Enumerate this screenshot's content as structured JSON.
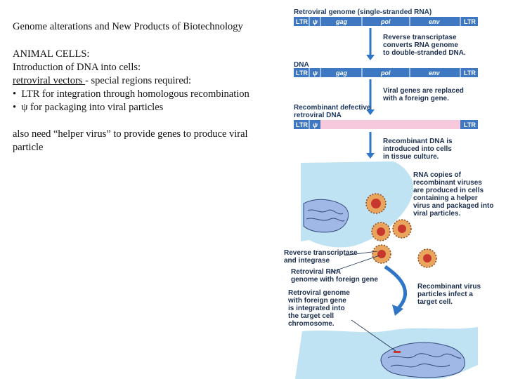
{
  "slide": {
    "title": "Genome alterations and New Products of Biotechnology",
    "heading": "ANIMAL CELLS:",
    "intro": "Introduction of DNA into cells:",
    "vectors_underlined": "retroviral vectors ",
    "vectors_rest": "- special regions required:",
    "bullets": [
      "LTR for integration through homologous recombination",
      "ψ for packaging into viral particles"
    ],
    "bullet_char": "•",
    "helper_line1": "also need “helper virus” to provide genes to produce viral",
    "helper_line2": "particle"
  },
  "figure": {
    "genome_title": "Retroviral genome (single-stranded RNA)",
    "dna_label": "DNA",
    "defective_label_1": "Recombinant defective",
    "defective_label_2": "retroviral DNA",
    "segments": {
      "ltr": "LTR",
      "psi": "ψ",
      "gag": "gag",
      "pol": "pol",
      "env": "env"
    },
    "step1": [
      "Reverse transcriptase",
      "converts RNA genome",
      "to double-stranded DNA."
    ],
    "step2": [
      "Viral genes are replaced",
      "with a foreign gene."
    ],
    "step3": [
      "Recombinant DNA is",
      "introduced into cells",
      "in tissue culture."
    ],
    "step4": [
      "RNA copies of",
      "recombinant viruses",
      "are produced in cells",
      "containing a helper",
      "virus and packaged into",
      "viral particles."
    ],
    "callout_rt": [
      "Reverse transcriptase",
      "and integrase"
    ],
    "callout_rna": [
      "Retroviral RNA",
      "genome with foreign gene"
    ],
    "callout_integrated": [
      "Retroviral genome",
      "with foreign gene",
      "is integrated into",
      "the target cell",
      "chromosome."
    ],
    "infect": [
      "Recombinant virus",
      "particles infect a",
      "target cell."
    ],
    "colors": {
      "bar_blue": "#3e78c3",
      "bar_pink": "#f6c9dc",
      "arrow_blue": "#2f76c9",
      "cell_blue": "#bfe3f3",
      "virus_orange": "#e9a55e",
      "virus_red": "#c8372d"
    }
  }
}
